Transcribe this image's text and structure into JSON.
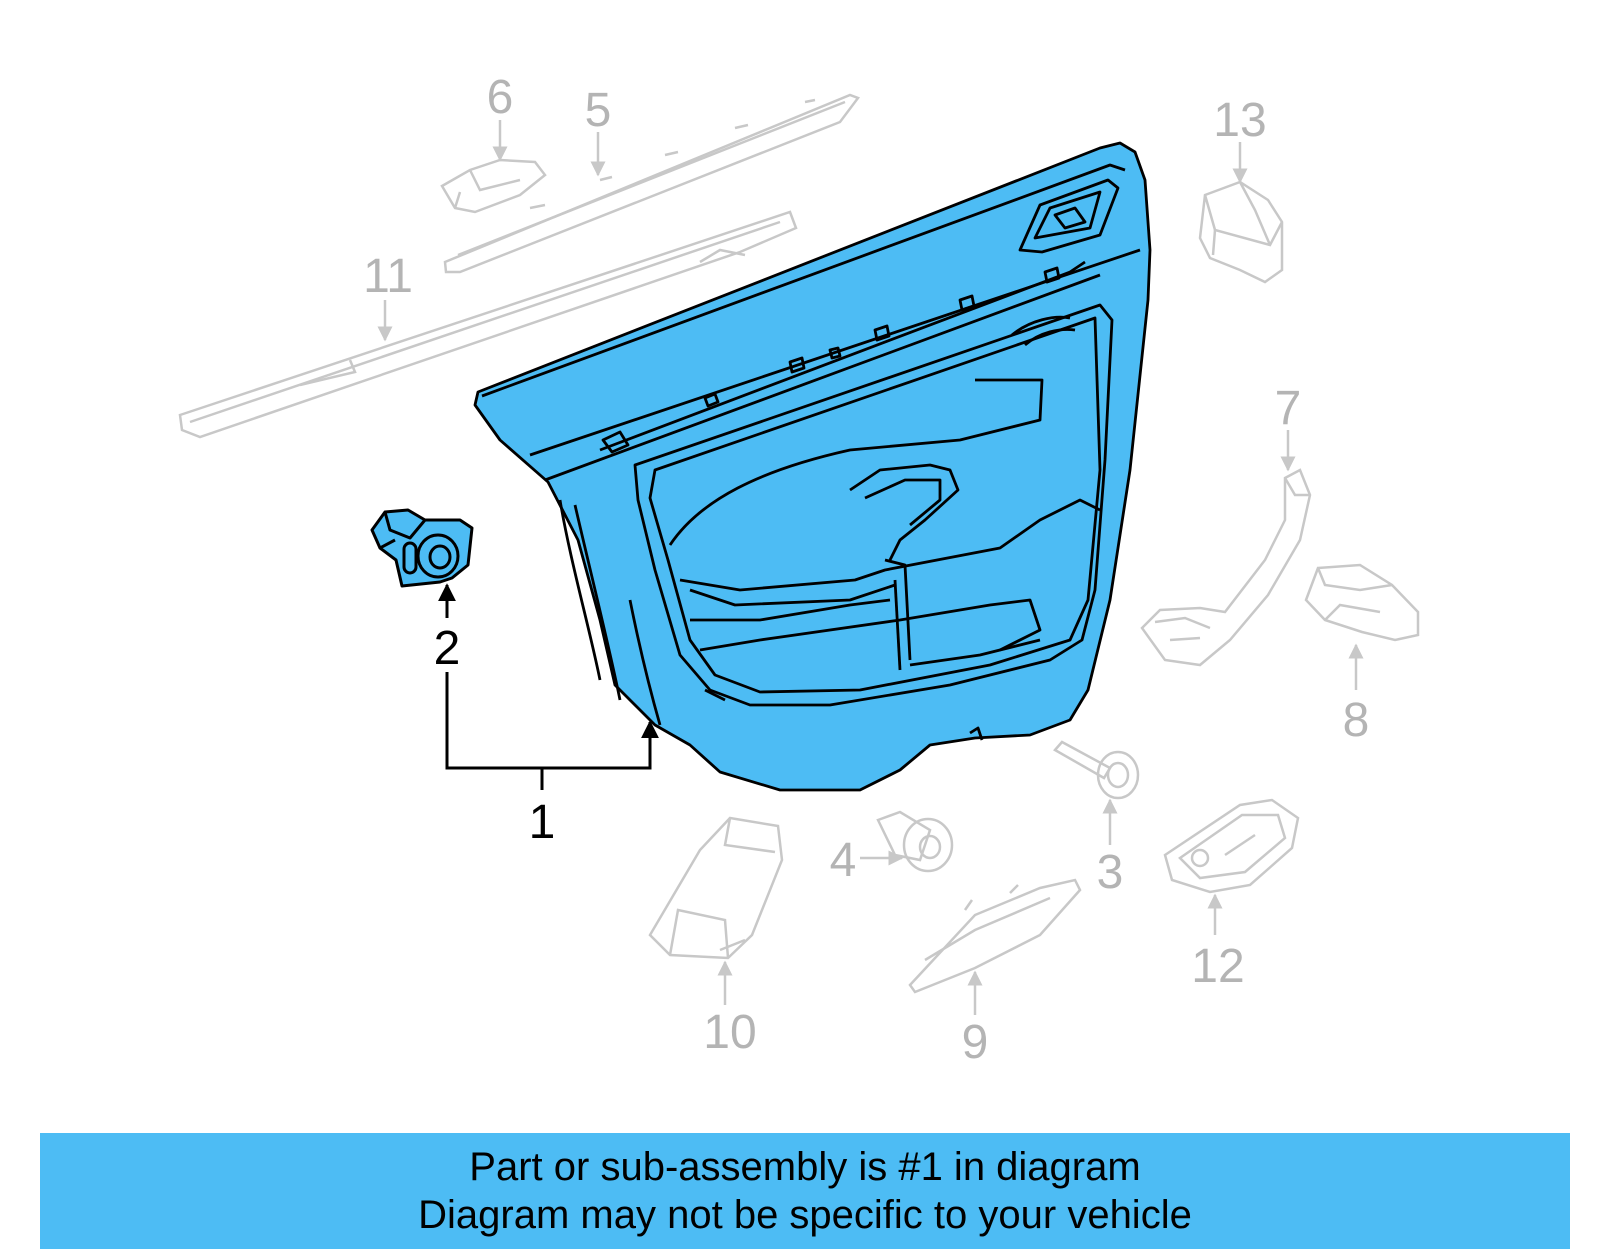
{
  "colors": {
    "highlight_fill": "#4dbcf4",
    "banner_background": "#4dbcf4",
    "main_line": "#000000",
    "dim_line": "#c8c8c8",
    "dim_text": "#b4b4b4",
    "banner_text": "#000000"
  },
  "callouts": {
    "c1": "1",
    "c2": "2",
    "c3": "3",
    "c4": "4",
    "c5": "5",
    "c6": "6",
    "c7": "7",
    "c8": "8",
    "c9": "9",
    "c10": "10",
    "c11": "11",
    "c12": "12",
    "c13": "13"
  },
  "banner": {
    "line1": "Part or sub-assembly is #1 in diagram",
    "line2": "Diagram may not be specific to your vehicle"
  }
}
